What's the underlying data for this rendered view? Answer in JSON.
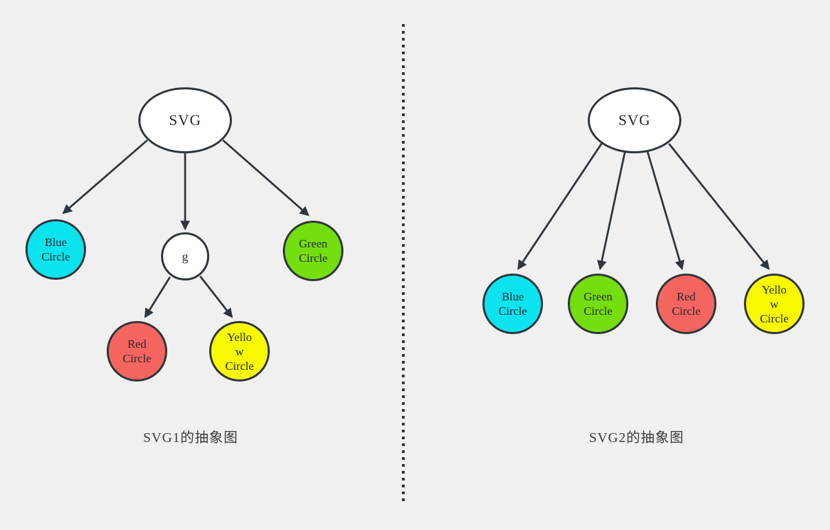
{
  "colors": {
    "background": "#f0f0f0",
    "stroke": "#2e353c",
    "node_fill_white": "#ffffff",
    "node_fill_cyan": "#0be4ef",
    "node_fill_green": "#74de0e",
    "node_fill_red": "#f4655f",
    "node_fill_yellow": "#f8f800",
    "text": "#24292e",
    "caption_text": "#3b3b3b"
  },
  "left_diagram": {
    "caption": "SVG1的抽象图",
    "root": {
      "label": "SVG"
    },
    "nodes": {
      "blue": {
        "label": "Blue\nCircle"
      },
      "g": {
        "label": "g"
      },
      "green": {
        "label": "Green\nCircle"
      },
      "red": {
        "label": "Red\nCircle"
      },
      "yellow": {
        "label": "Yello\nw\nCircle"
      }
    }
  },
  "right_diagram": {
    "caption": "SVG2的抽象图",
    "root": {
      "label": "SVG"
    },
    "nodes": {
      "blue": {
        "label": "Blue\nCircle"
      },
      "green": {
        "label": "Green\nCircle"
      },
      "red": {
        "label": "Red\nCircle"
      },
      "yellow": {
        "label": "Yello\nw\nCircle"
      }
    }
  }
}
